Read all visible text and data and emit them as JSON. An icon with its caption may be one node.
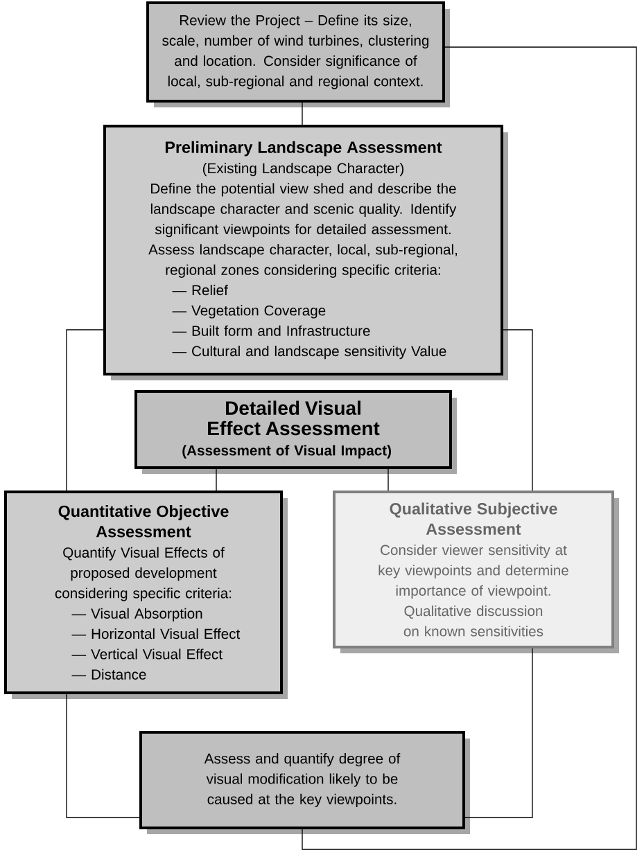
{
  "diagram": {
    "nodes": [
      {
        "text": [
          "Review the Project – Define its size, scale, number of wind turbines, clustering and location. Consider significance of local, sub-regional and regional context."
        ]
      },
      {
        "text": [
          "Preliminary Landscape Assessment",
          "(Existing Landscape Character)",
          "Define the potential view shed and describe the landscape character and scenic quality. Identify significant viewpoints for detailed assessment. Assess landscape character, local, sub-regional, regional zones considering specific criteria:",
          "— Relief",
          "— Vegetation Coverage",
          "— Built form and Infrastructure",
          "— Cultural and landscape sensitivity Value"
        ]
      },
      {
        "text": [
          "Detailed Visual Effect Assessment",
          "(Assessment of Visual Impact)"
        ]
      },
      {
        "text": [
          "Quantitative Objective Assessment",
          "Quantify Visual Effects of proposed development considering specific criteria:",
          "— Visual Absorption",
          "— Horizontal Visual Effect",
          "— Vertical Visual Effect",
          "— Distance"
        ]
      },
      {
        "text": [
          "Qualitative Subjective Assessment",
          "Consider viewer sensitivity at key viewpoints and determine importance of viewpoint. Qualitative discussion on known sensitivities"
        ]
      },
      {
        "text": [
          "Assess and quantify degree of visual modification likely to be caused at the key viewpoints."
        ]
      }
    ],
    "edges": [
      {
        "from": 0,
        "to": 1,
        "arrow": "none"
      },
      {
        "from": 1,
        "to": 3,
        "arrow": "none"
      },
      {
        "from": 2,
        "to": 3,
        "arrow": "none"
      },
      {
        "from": 2,
        "to": 4,
        "arrow": "none"
      },
      {
        "from": 1,
        "to": 4,
        "arrow": "none"
      },
      {
        "from": 3,
        "to": 5,
        "arrow": "none"
      },
      {
        "from": 4,
        "to": 5,
        "arrow": "none"
      },
      {
        "from": 5,
        "to": 0,
        "arrow": "none"
      }
    ]
  }
}
